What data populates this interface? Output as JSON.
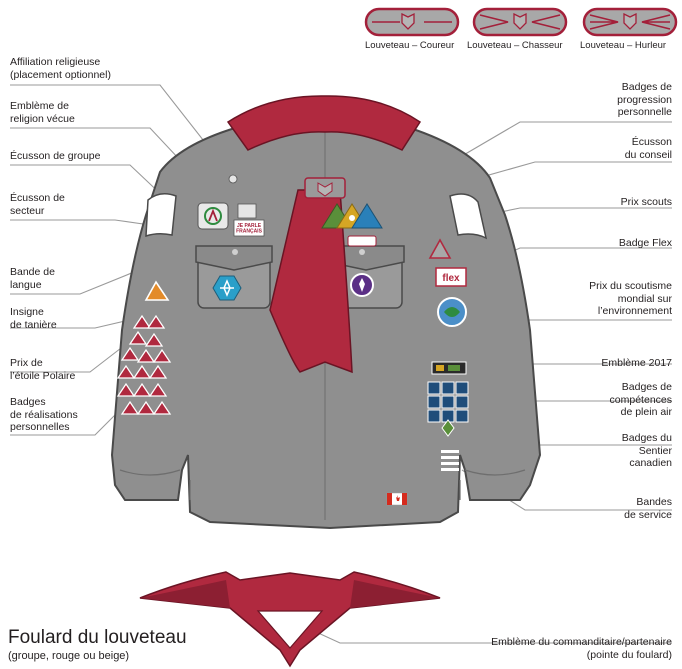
{
  "ranks": [
    {
      "label": "Louveteau – Coureur"
    },
    {
      "label": "Louveteau – Chasseur"
    },
    {
      "label": "Louveteau – Hurleur"
    }
  ],
  "left_labels": {
    "religious_affiliation": "Affiliation religieuse\n(placement optionnel)",
    "religion_emblem": "Emblème de\nreligion vécue",
    "group_crest": "Écusson de groupe",
    "area_crest": "Écusson de\nsecteur",
    "language_strip": "Bande de\nlangue",
    "lair_badge": "Insigne\nde tanière",
    "north_star": "Prix de\nl’étoile Polaire",
    "personal_achievement": "Badges\nde réalisations\npersonnelles"
  },
  "right_labels": {
    "progression": "Badges de\nprogression\npersonnelle",
    "council_crest": "Écusson\ndu conseil",
    "scout_awards": "Prix scouts",
    "flex": "Badge Flex",
    "world_environment": "Prix du scoutisme\nmondial sur\nl’environnement",
    "emblem_2017": "Emblème 2017",
    "outdoor_skills": "Badges de\ncompétences\nde plein air",
    "canadian_path": "Badges du\nSentier\ncanadien",
    "service_stripes": "Bandes\nde service",
    "sponsor_emblem": "Emblème du commanditaire/partenaire\n(pointe du foulard)"
  },
  "badge_text": {
    "language_strip": "JE PARLE\nFRANÇAIS",
    "flex": "flex"
  },
  "necker": {
    "title": "Foulard du louveteau",
    "subtitle": "(groupe, rouge ou beige)"
  },
  "colors": {
    "shirt": "#8f8f8f",
    "shirt_dark": "#6e6e6e",
    "neckerchief": "#b0293f",
    "rank_fill": "#a8a8a8",
    "rank_border": "#a3203a",
    "leader_line": "#9a9a9a"
  }
}
